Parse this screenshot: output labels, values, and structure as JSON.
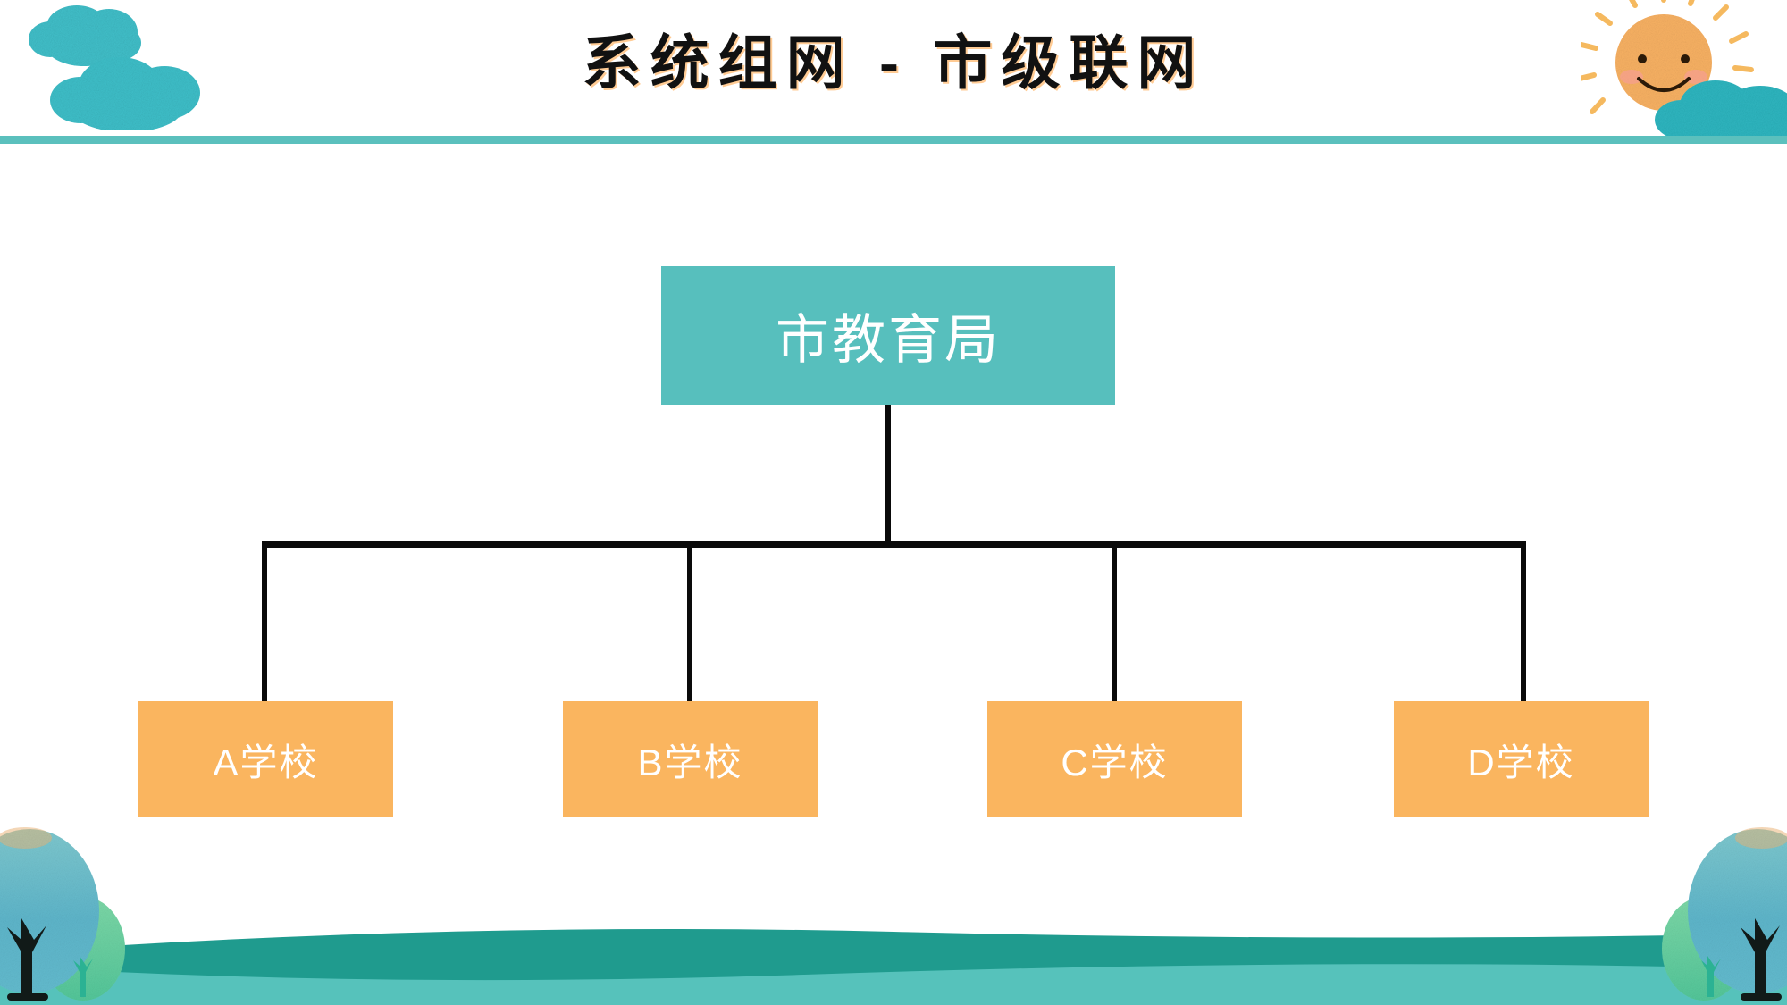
{
  "slide": {
    "title": "系统组网 - 市级联网",
    "background_color": "#ffffff"
  },
  "header": {
    "divider_color": "#5bc0bd"
  },
  "decorations": {
    "top_left": "cloud-decoration",
    "top_right": "sun-with-cloud-decoration",
    "bottom_left": "tree-decoration",
    "bottom_right": "tree-decoration",
    "bottom_band": "ground-hill-decoration",
    "cloud_color": "#3fc0cd",
    "sun_color": "#f9b262",
    "tree_blue_color": "#63b9cf",
    "tree_green_color": "#63cd9c",
    "ground_color_front": "#56c2bb",
    "ground_color_back": "#1f9b8e"
  },
  "chart_data": {
    "type": "diagram",
    "diagram_kind": "organization-tree",
    "title": "系统组网 - 市级联网",
    "root": {
      "label": "市教育局",
      "fill": "#57bfbd",
      "text_color": "#ffffff"
    },
    "children": [
      {
        "label": "A学校",
        "fill": "#fab55f",
        "text_color": "#ffffff"
      },
      {
        "label": "B学校",
        "fill": "#fab55f",
        "text_color": "#ffffff"
      },
      {
        "label": "C学校",
        "fill": "#fab55f",
        "text_color": "#ffffff"
      },
      {
        "label": "D学校",
        "fill": "#fab55f",
        "text_color": "#ffffff"
      }
    ],
    "edges": [
      {
        "from": "市教育局",
        "to": "A学校"
      },
      {
        "from": "市教育局",
        "to": "B学校"
      },
      {
        "from": "市教育局",
        "to": "C学校"
      },
      {
        "from": "市教育局",
        "to": "D学校"
      }
    ],
    "edge_color": "#0a0a0a",
    "edge_style": "orthogonal-bus"
  }
}
